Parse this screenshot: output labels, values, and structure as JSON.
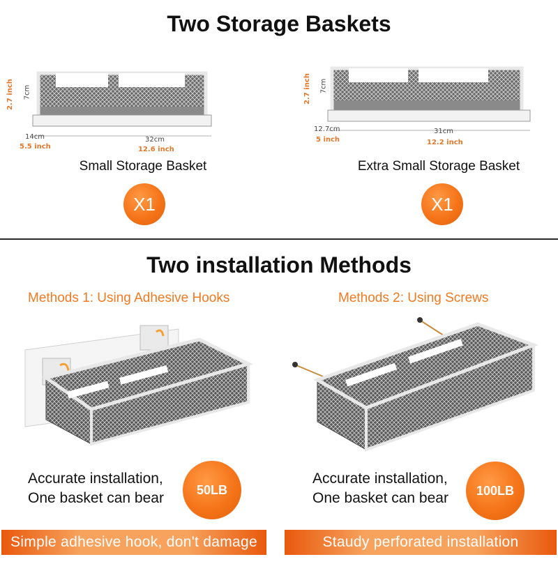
{
  "top": {
    "title": "Two Storage Baskets",
    "small": {
      "height_cm": "7cm",
      "height_inch": "2.7 inch",
      "depth_cm": "14cm",
      "depth_inch": "5.5 inch",
      "length_cm": "32cm",
      "length_inch": "12.6 inch",
      "caption": "Small Storage Basket",
      "qty": "X1"
    },
    "xsmall": {
      "height_cm": "7cm",
      "height_inch": "2.7 inch",
      "depth_cm": "12.7cm",
      "depth_inch": "5 inch",
      "length_cm": "31cm",
      "length_inch": "12.2 inch",
      "caption": "Extra Small Storage Basket",
      "qty": "X1"
    }
  },
  "bottom": {
    "title": "Two installation Methods",
    "method1": {
      "heading": "Methods 1: Using Adhesive Hooks",
      "line1": "Accurate installation,",
      "line2": "One basket can bear",
      "weight": "50LB",
      "banner": "Simple adhesive hook, don't damage wall"
    },
    "method2": {
      "heading": "Methods 2: Using Screws",
      "line1": "Accurate installation,",
      "line2": "One basket can bear",
      "weight": "100LB",
      "banner": "Staudy perforated installation"
    }
  },
  "colors": {
    "accent_orange": "#f57419",
    "heading_orange": "#f07a22",
    "text_dark": "#111111"
  }
}
